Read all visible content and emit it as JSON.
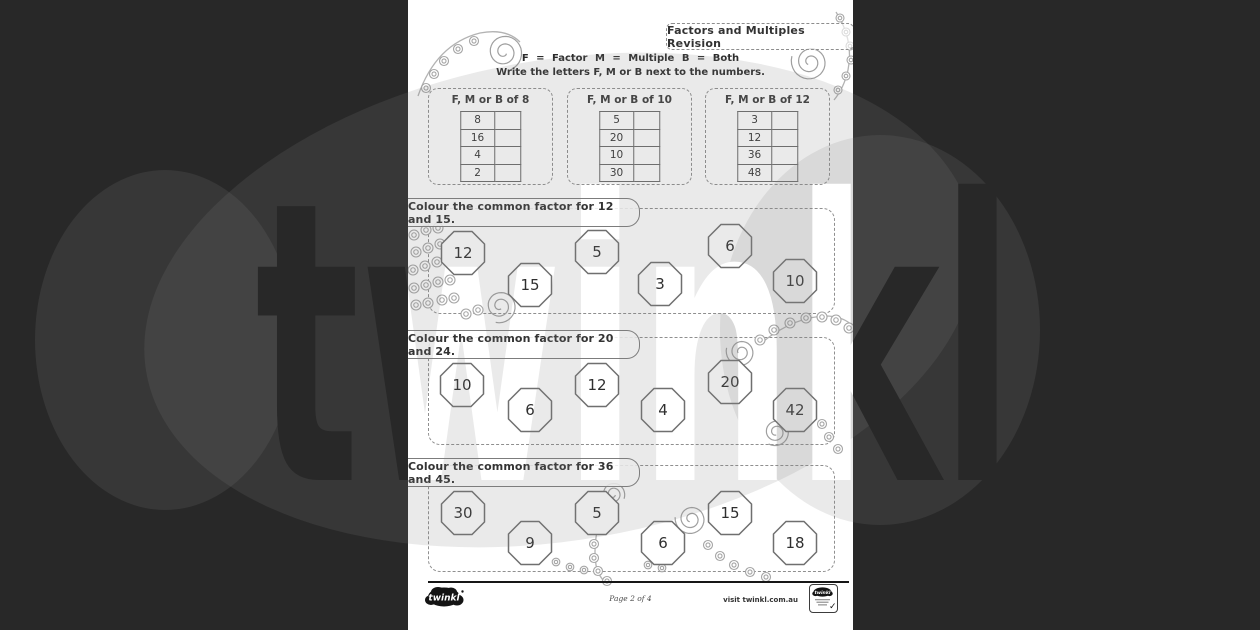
{
  "worksheet": {
    "title": "Factors and Multiples Revision",
    "instructions": {
      "line1": "F = Factor M = Multiple B = Both",
      "line2": "Write the letters F, M or B next to the numbers."
    },
    "tables": [
      {
        "header": "F, M or B of 8",
        "numbers": [
          "8",
          "16",
          "4",
          "2"
        ]
      },
      {
        "header": "F, M or B of 10",
        "numbers": [
          "5",
          "20",
          "10",
          "30"
        ]
      },
      {
        "header": "F, M or B of 12",
        "numbers": [
          "3",
          "12",
          "36",
          "48"
        ]
      }
    ],
    "sections": [
      {
        "label": "Colour the common factor for 12 and 15.",
        "numbers": [
          "12",
          "5",
          "6",
          "15",
          "3",
          "10"
        ]
      },
      {
        "label": "Colour the common factor for 20 and 24.",
        "numbers": [
          "10",
          "12",
          "20",
          "6",
          "4",
          "42"
        ]
      },
      {
        "label": "Colour the common factor for 36 and 45.",
        "numbers": [
          "30",
          "5",
          "15",
          "9",
          "6",
          "18"
        ]
      }
    ]
  },
  "footer": {
    "brand": "twinkl",
    "page_number": "Page 2 of 4",
    "visit_text": "visit twinkl.com.au",
    "badge_brand": "twinkl",
    "badge_check": "✓"
  },
  "watermark_text": "twinkl",
  "colors": {
    "canvas_background": "#282828",
    "page_background": "#ffffff",
    "line_art": "#a5a5a5",
    "dashed_border": "#8f8f8f",
    "text_dark": "#333333"
  }
}
